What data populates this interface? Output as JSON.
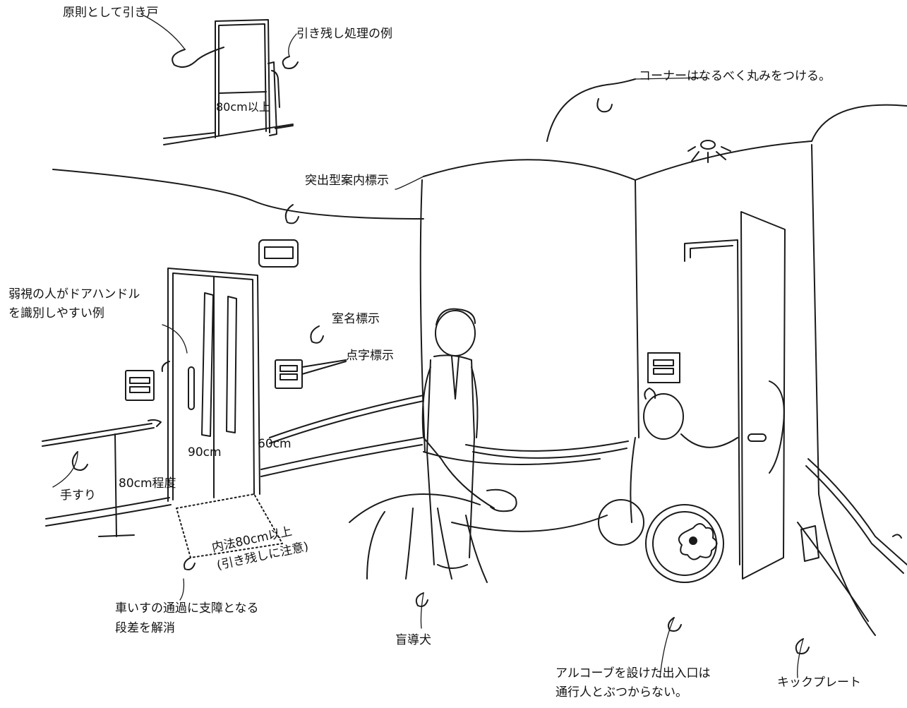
{
  "labels": {
    "sliding_door": "原則として引き戸",
    "remaining_sliding": "引き残し処理の例",
    "width_80": "80cm以上",
    "rounded_corner": "コーナーはなるべく丸みをつける。",
    "projecting_sign": "突出型案内標示",
    "low_vision_line1": "弱視の人がドアハンドル",
    "low_vision_line2": "を識別しやすい例",
    "room_name_sign": "室名標示",
    "braille_sign": "点字標示",
    "dim_90": "90cm",
    "dim_60": "60cm",
    "handrail": "手すり",
    "about_80": "80cm程度",
    "inner_line1": "内法80cm以上",
    "inner_line2": "(引き残しに注意)",
    "step_line1": "車いすの通過に支障となる",
    "step_line2": "段差を解消",
    "guide_dog": "盲導犬",
    "alcove_line1": "アルコーブを設けた出入口は",
    "alcove_line2": "通行人とぶつからない。",
    "kick_plate": "キックプレート"
  }
}
